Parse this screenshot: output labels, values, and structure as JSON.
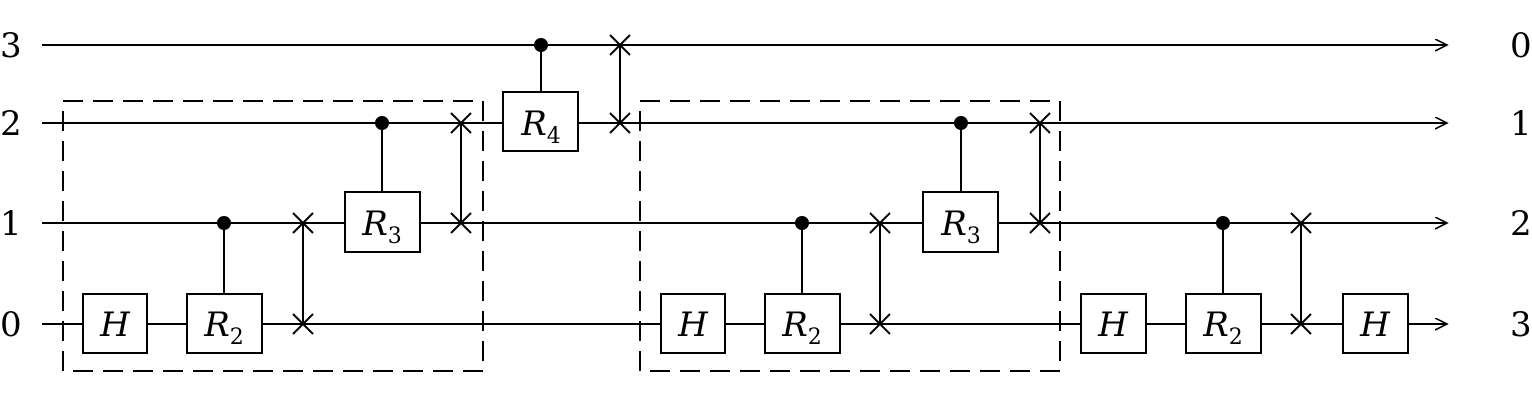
{
  "diagram": {
    "input_labels": [
      "3",
      "2",
      "1",
      "0"
    ],
    "output_labels": [
      "0",
      "1",
      "2",
      "3"
    ],
    "gates": [
      {
        "id": "h-a",
        "name": "H",
        "sub": ""
      },
      {
        "id": "r2-a",
        "name": "R",
        "sub": "2"
      },
      {
        "id": "r3-a",
        "name": "R",
        "sub": "3"
      },
      {
        "id": "r4",
        "name": "R",
        "sub": "4"
      },
      {
        "id": "h-b",
        "name": "H",
        "sub": ""
      },
      {
        "id": "r2-b",
        "name": "R",
        "sub": "2"
      },
      {
        "id": "r3-b",
        "name": "R",
        "sub": "3"
      },
      {
        "id": "h-c",
        "name": "H",
        "sub": ""
      },
      {
        "id": "r2-c",
        "name": "R",
        "sub": "2"
      },
      {
        "id": "h-d",
        "name": "H",
        "sub": ""
      }
    ]
  }
}
